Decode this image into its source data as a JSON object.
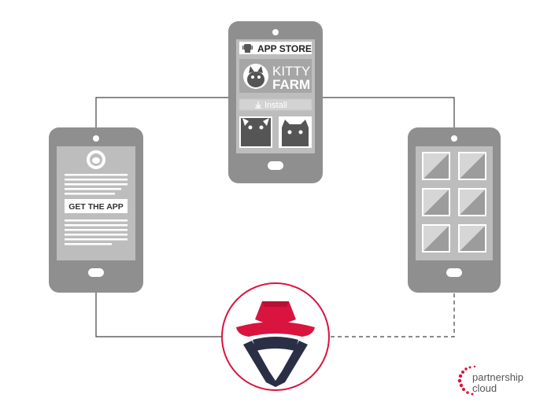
{
  "phone_store": {
    "header_label": "APP STORE",
    "app_name_line1": "KITTY",
    "app_name_line2": "FARM",
    "install_label": "Install"
  },
  "phone_left": {
    "button_label": "GET THE APP"
  },
  "brand": {
    "line1": "partnership",
    "line2": "cloud"
  },
  "colors": {
    "phone_body": "#8f8f8f",
    "phone_screen": "#bdbdbd",
    "accent_red": "#d9143f",
    "connector": "#444444"
  }
}
